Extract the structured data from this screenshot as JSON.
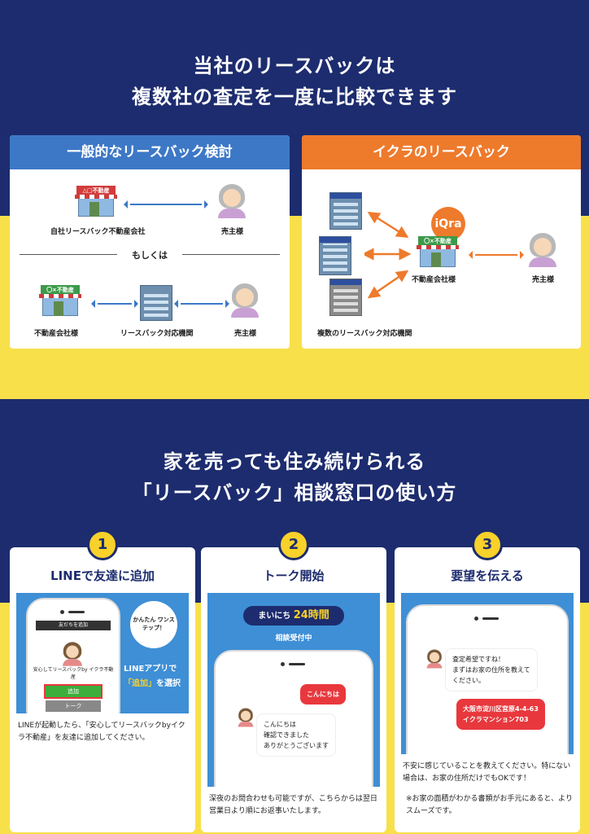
{
  "headline1": {
    "line1": "当社のリースバックは",
    "line2": "複数社の査定を一度に比較できます"
  },
  "compare": {
    "left": {
      "title": "一般的なリースバック検討",
      "shop_sign1": "△□不動産",
      "label_company": "自社リースバック不動産会社",
      "label_seller1": "売主様",
      "or": "もしくは",
      "shop_sign2": "〇×不動産",
      "label_realestate": "不動産会社様",
      "label_institution": "リースバック対応機関",
      "label_seller2": "売主様"
    },
    "right": {
      "title": "イクラのリースバック",
      "logo": "iQra",
      "shop_sign": "〇×不動産",
      "label_realestate": "不動産会社様",
      "label_seller": "売主様",
      "label_multiple": "複数のリースバック対応機関"
    }
  },
  "headline2": {
    "line1": "家を売っても住み続けられる",
    "line2": "「リースバック」相談窓口の使い方"
  },
  "steps": [
    {
      "num": "1",
      "title": "LINEで友達に追加",
      "screen_header": "友だちを追加",
      "account": "安心してリースバックby イクラ不動産",
      "add_btn": "追加",
      "talk_btn": "トーク",
      "callout_easy": "かんたん ワンステップ！",
      "callout_tap": "LINEアプリで",
      "callout_add": "「追加」",
      "callout_select": "を選択",
      "desc": "LINEが起動したら、「安心してリースバックbyイクラ不動産」を友達に追加してください。"
    },
    {
      "num": "2",
      "title": "トーク開始",
      "banner": "まいにち",
      "banner_hours": "24時間",
      "reception": "相談受付中",
      "user_msg": "こんにちは",
      "reply_l1": "こんにちは",
      "reply_l2": "確認できました",
      "reply_l3": "ありがとうございます",
      "desc": "深夜のお問合わせも可能ですが、こちらからは翌日営業日より順にお返事いたします。"
    },
    {
      "num": "3",
      "title": "要望を伝える",
      "bot_l1": "査定希望ですね！",
      "bot_l2": "まずはお家の住所を教えて",
      "bot_l3": "ください。",
      "user_l1": "大阪市淀川区宮原4-4-63",
      "user_l2": "イクラマンション703",
      "desc1": "不安に感じていることを教えてください。特にない場合は、お家の住所だけでもOKです！",
      "desc2": "※お家の面積がわかる書類がお手元にあると、よりスムーズです。"
    }
  ]
}
